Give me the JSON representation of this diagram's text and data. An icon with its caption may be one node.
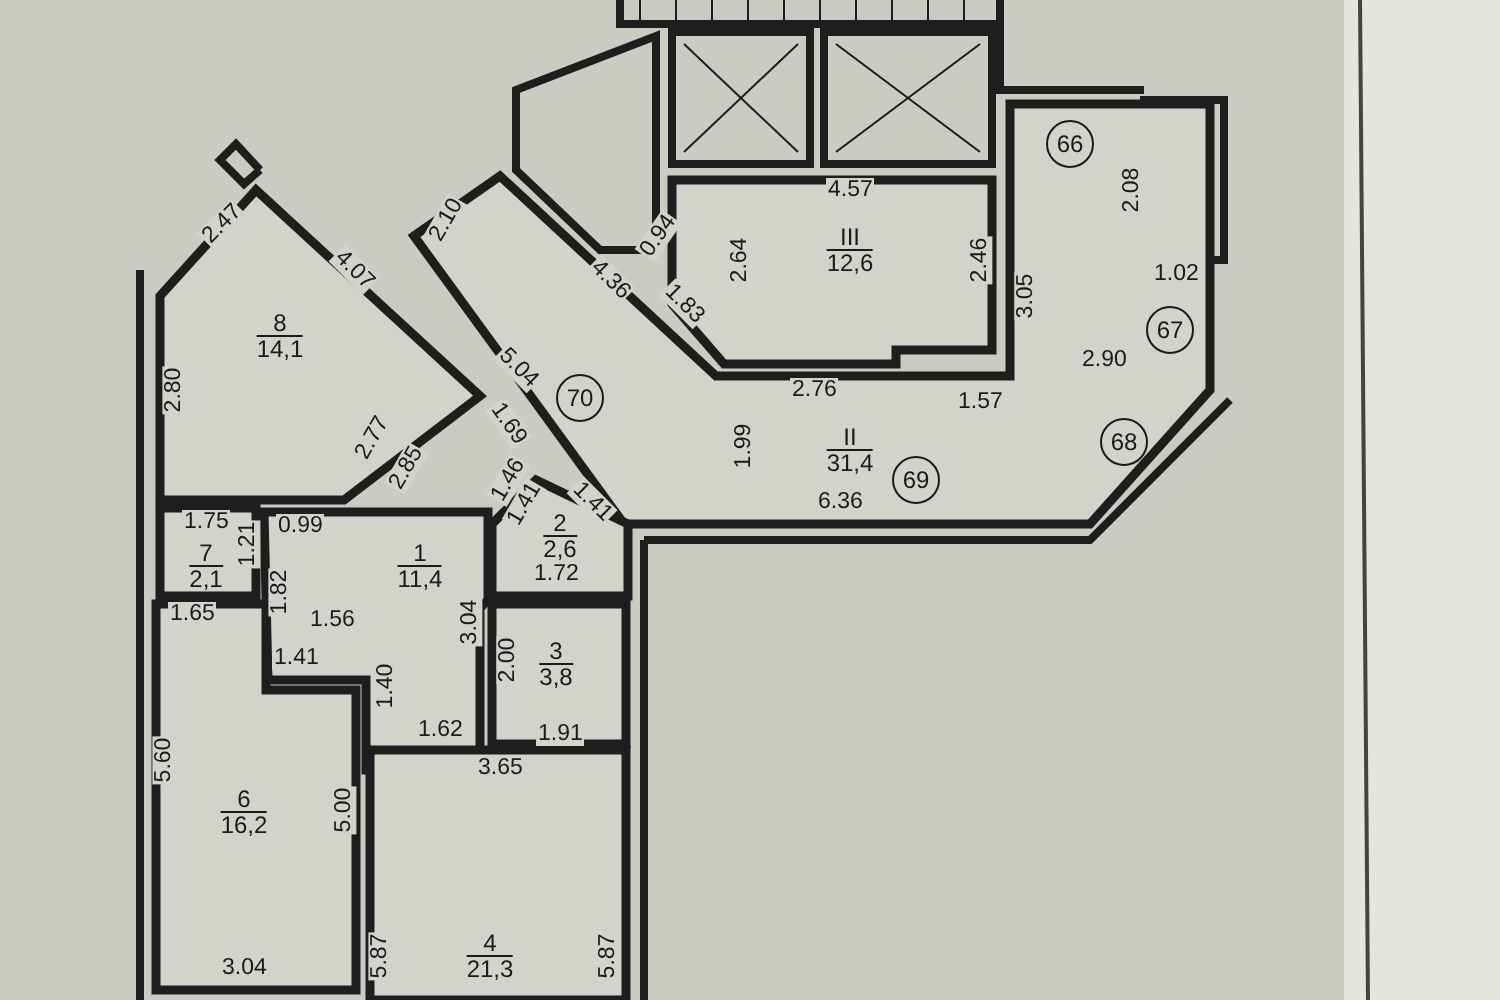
{
  "diagram": {
    "nodes": [
      {
        "text": [
          "8",
          "14,1"
        ]
      },
      {
        "text": [
          "III",
          "12,6"
        ]
      },
      {
        "text": [
          "II",
          "31,4"
        ]
      },
      {
        "text": [
          "1",
          "11,4"
        ]
      },
      {
        "text": [
          "2",
          "2,6"
        ]
      },
      {
        "text": [
          "3",
          "3,8"
        ]
      },
      {
        "text": [
          "7",
          "2,1"
        ]
      },
      {
        "text": [
          "6",
          "16,2"
        ]
      },
      {
        "text": [
          "4",
          "21,3"
        ]
      },
      {
        "text": [
          "66"
        ],
        "in": 2
      },
      {
        "text": [
          "67"
        ],
        "in": 2
      },
      {
        "text": [
          "68"
        ],
        "in": 2
      },
      {
        "text": [
          "69"
        ],
        "in": 2
      },
      {
        "text": [
          "70"
        ],
        "in": 2
      }
    ],
    "labels": [
      "2.47",
      "2.10",
      "4.57",
      "0.94",
      "2.64",
      "2.46",
      "2.08",
      "4.07",
      "4.36",
      "1.83",
      "3.05",
      "1.02",
      "2.80",
      "2.90",
      "5.04",
      "2.76",
      "1.57",
      "2.77",
      "2.85",
      "1.69",
      "1.99",
      "1.46",
      "1.41",
      "1.41",
      "6.36",
      "1.75",
      "0.99",
      "1.21",
      "1.82",
      "1.72",
      "1.65",
      "1.56",
      "3.04",
      "1.41",
      "2.00",
      "1.40",
      "1.62",
      "1.91",
      "3.65",
      "5.60",
      "5.00",
      "5.87",
      "5.87",
      "3.04"
    ]
  }
}
